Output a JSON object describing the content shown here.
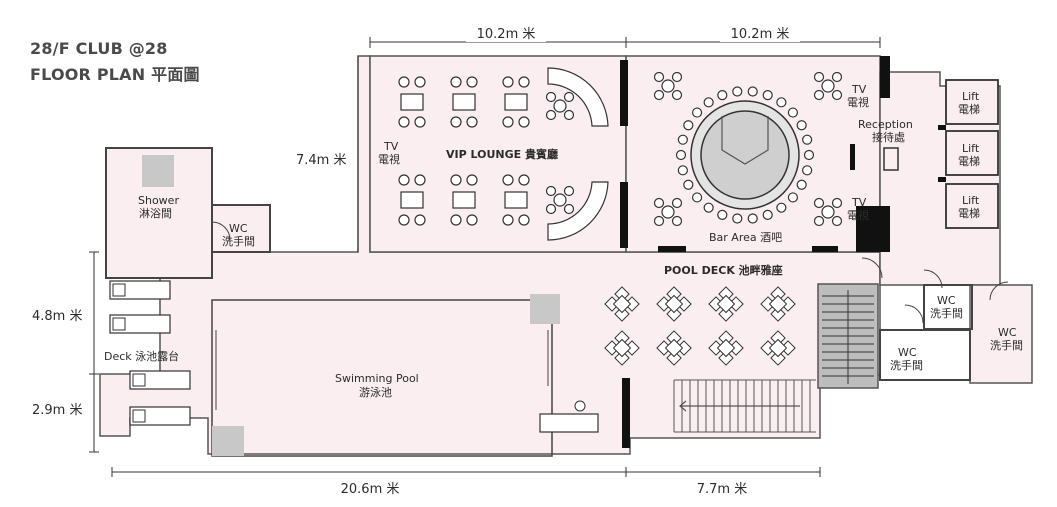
{
  "title": {
    "line1": "28/F CLUB @28",
    "line2": "FLOOR PLAN 平面圖"
  },
  "dimensions": {
    "top_left": "10.2m 米",
    "top_right": "10.2m 米",
    "lounge_height": "7.4m 米",
    "deck_height": "4.8m 米",
    "deck_lower_height": "2.9m 米",
    "bottom_left": "20.6m 米",
    "bottom_right": "7.7m 米"
  },
  "rooms": {
    "vip_lounge": "VIP LOUNGE 貴賓廳",
    "tv": "TV",
    "tv_cn": "電視",
    "bar_area": "Bar Area 酒吧",
    "reception": "Reception",
    "reception_cn": "接待處",
    "lift": "Lift",
    "lift_cn": "電梯",
    "shower": "Shower",
    "shower_cn": "淋浴間",
    "wc": "WC",
    "wc_cn": "洗手間",
    "pool_deck": "POOL DECK 池畔雅座",
    "deck": "Deck 泳池露台",
    "pool": "Swimming Pool",
    "pool_cn": "游泳池"
  },
  "colors": {
    "floor": "#fbeef1",
    "wall": "#555555",
    "wall_dark": "#111111",
    "grey_block": "#c8c8c8",
    "text": "#2b2b2b"
  }
}
